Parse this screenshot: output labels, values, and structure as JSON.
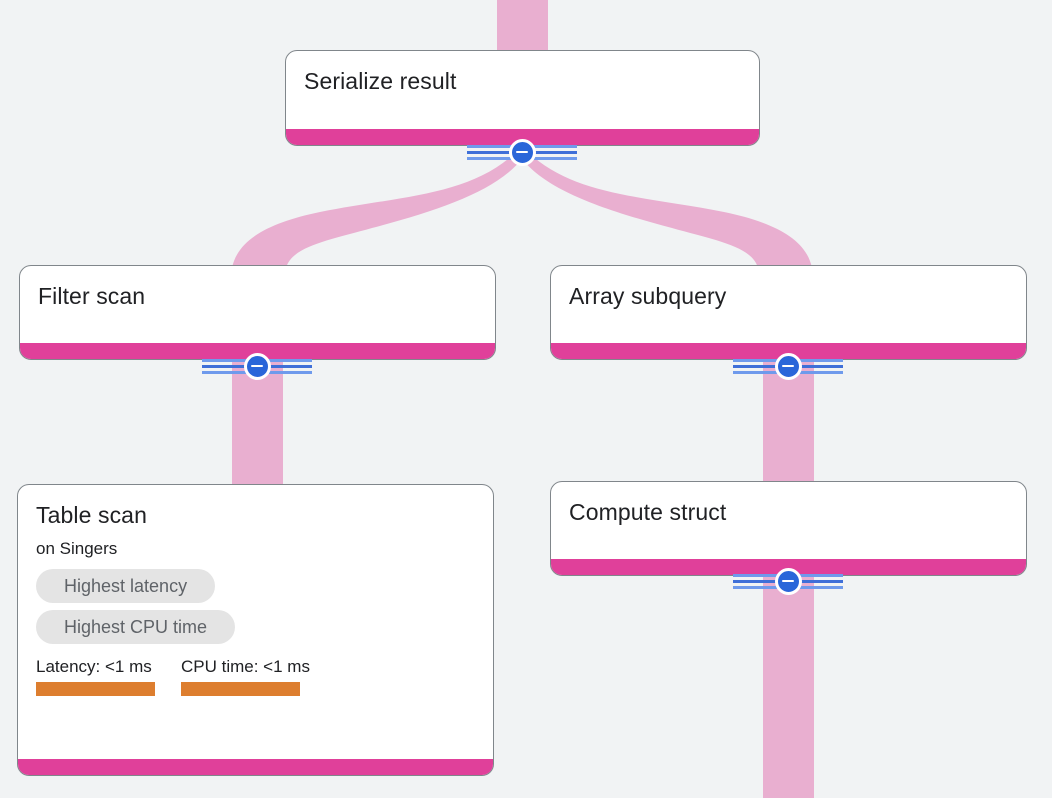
{
  "app": {
    "view_name": "Query execution plan",
    "background_color": "#f1f3f4"
  },
  "theme": {
    "node_background": "#ffffff",
    "node_border": "#80868b",
    "accent_bar": "#e0409a",
    "edge_ribbon": "#e9afd0",
    "badge_background": "#e4e4e4",
    "badge_text": "#5f6368",
    "metric_bar": "#dd7e2f",
    "toggle_circle": "#2a66d9",
    "toggle_rail": "#6f9aec"
  },
  "nodes": [
    {
      "id": "serialize-result",
      "title": "Serialize result",
      "subtitle": "",
      "badges": [],
      "metrics": [],
      "toggle": {
        "icon": "minus-circle-icon",
        "state": "expanded"
      }
    },
    {
      "id": "filter-scan",
      "title": "Filter scan",
      "subtitle": "",
      "badges": [],
      "metrics": [],
      "toggle": {
        "icon": "minus-circle-icon",
        "state": "expanded"
      }
    },
    {
      "id": "array-subquery",
      "title": "Array subquery",
      "subtitle": "",
      "badges": [],
      "metrics": [],
      "toggle": {
        "icon": "minus-circle-icon",
        "state": "expanded"
      }
    },
    {
      "id": "table-scan",
      "title": "Table scan",
      "subtitle": "on Singers",
      "badges": [
        "Highest latency",
        "Highest CPU time"
      ],
      "metrics": [
        {
          "label": "Latency: <1 ms",
          "bar_fill_percent": 100
        },
        {
          "label": "CPU time: <1 ms",
          "bar_fill_percent": 100
        }
      ],
      "toggle": null
    },
    {
      "id": "compute-struct",
      "title": "Compute struct",
      "subtitle": "",
      "badges": [],
      "metrics": [],
      "toggle": {
        "icon": "minus-circle-icon",
        "state": "expanded"
      }
    }
  ],
  "edges": [
    {
      "from": "incoming",
      "to": "serialize-result"
    },
    {
      "from": "serialize-result",
      "to": "filter-scan"
    },
    {
      "from": "serialize-result",
      "to": "array-subquery"
    },
    {
      "from": "filter-scan",
      "to": "table-scan"
    },
    {
      "from": "array-subquery",
      "to": "compute-struct"
    },
    {
      "from": "compute-struct",
      "to": "offscreen"
    }
  ]
}
